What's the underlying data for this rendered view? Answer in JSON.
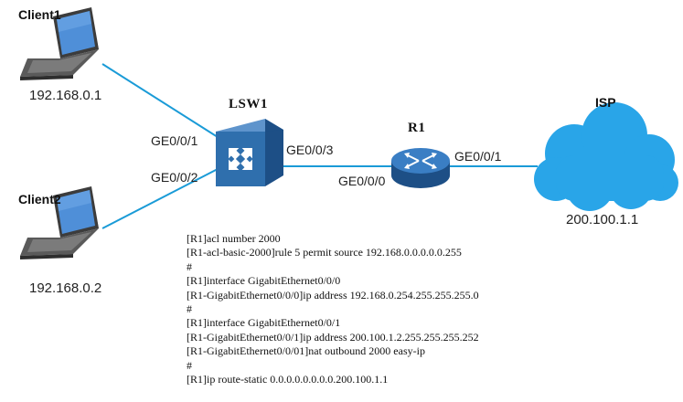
{
  "devices": {
    "client1": {
      "name": "Client1",
      "ip": "192.168.0.1"
    },
    "client2": {
      "name": "Client2",
      "ip": "192.168.0.2"
    },
    "lsw1": {
      "name": "LSW1",
      "ports": {
        "p1": "GE0/0/1",
        "p2": "GE0/0/2",
        "p3": "GE0/0/3"
      }
    },
    "r1": {
      "name": "R1",
      "ports": {
        "p0": "GE0/0/0",
        "p1": "GE0/0/1"
      }
    },
    "isp": {
      "name": "ISP",
      "ip": "200.100.1.1"
    }
  },
  "colors": {
    "link": "#1a9bd7",
    "device_blue": "#2f6fad",
    "device_dark": "#1d4f86",
    "cloud": "#29a5e8"
  },
  "config_lines": [
    "[R1]acl number 2000",
    "[R1-acl-basic-2000]rule 5 permit source 192.168.0.0.0.0.0.255",
    "#",
    "[R1]interface GigabitEthernet0/0/0",
    "[R1-GigabitEthernet0/0/0]ip address 192.168.0.254.255.255.255.0",
    "#",
    "[R1]interface GigabitEthernet0/0/1",
    "[R1-GigabitEthernet0/0/1]ip address 200.100.1.2.255.255.255.252",
    "[R1-GigabitEthernet0/0/01]nat outbound 2000 easy-ip",
    "#",
    "[R1]ip route-static 0.0.0.0.0.0.0.0.200.100.1.1"
  ]
}
